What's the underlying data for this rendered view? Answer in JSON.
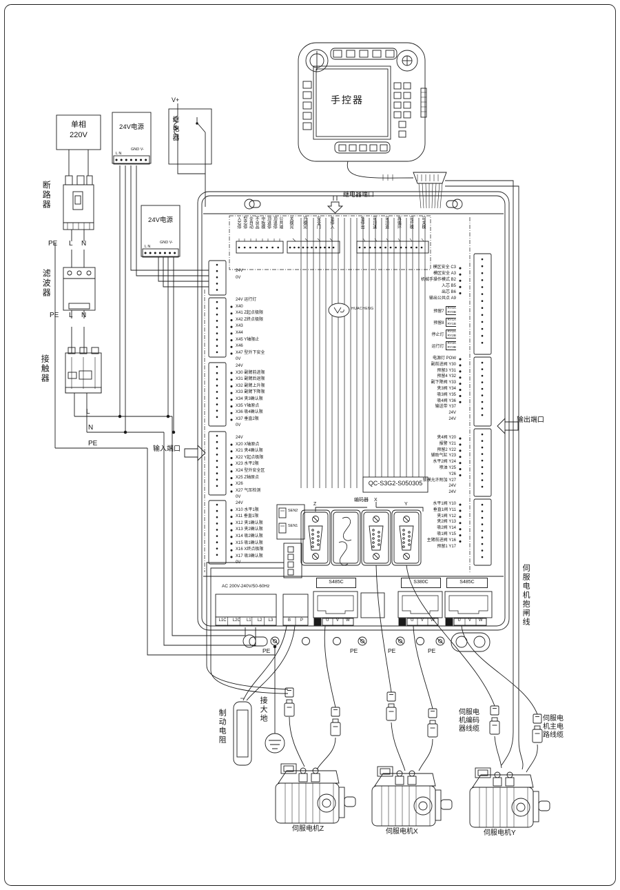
{
  "left_chain": {
    "mains_line1": "单相",
    "mains_line2": "220V",
    "breaker": "断路器",
    "filter": "滤波器",
    "contactor": "接触器",
    "pe": "PE",
    "l": "L",
    "n": "N",
    "bus_l": "L",
    "bus_n": "N",
    "bus_pe": "PE",
    "input_port": "输入端口"
  },
  "psu1": {
    "title": "24V电源",
    "gnd": "GND V-",
    "ln": "L N"
  },
  "psu2": {
    "title": "24V电源",
    "gnd": "GND V-",
    "ln": "L N"
  },
  "relay": {
    "vplus": "V+",
    "label": "继电器"
  },
  "pendant": {
    "label": "手控器"
  },
  "board": {
    "relay_port": "继电器端口",
    "output_port": "输出端口",
    "top_g1": [
      "入芯停",
      "型芯停",
      "全自动",
      "不良品",
      "中板模",
      "顶进停",
      "顶退停",
      "公共端"
    ],
    "top_g2": [
      "关模完",
      "开模完",
      "安全门",
      "急停入"
    ],
    "top_g3": [
      "急停出",
      "可顶进",
      "可顶退",
      "再循环",
      "可开模",
      "可关模"
    ],
    "io": [
      "模区安全 C3",
      "模区安全 A3",
      "机械手操作模式 B2",
      "入芯 B5",
      "出芯 B6",
      "输出公共点 A9"
    ],
    "relay_outputs": [
      {
        "name": "预留7",
        "a": "RY0A",
        "b": "RY0B"
      },
      {
        "name": "预留8",
        "a": "RY1A",
        "b": "RY1B"
      },
      {
        "name": "停止灯",
        "a": "RY2A",
        "b": "RY2B"
      },
      {
        "name": "运行灯",
        "a": "RY3A",
        "b": "RY3B"
      }
    ],
    "y30": [
      "电源灯 POW",
      "副前进阀 Y30",
      "预留3 Y31",
      "预留4 Y32",
      "副下降阀 Y33",
      "夹3阀 Y34",
      "吸3阀 Y35",
      "吸4阀 Y36",
      "输送带 Y37",
      "24V",
      "24V"
    ],
    "y20": [
      "夹4阀 Y20",
      "报警 Y21",
      "预留2 Y22",
      "辅助气缸 Y23",
      "水平2阀 Y24",
      "喷油 Y25",
      "Y26",
      "锁模允许附加 Y27",
      "24V",
      "24V"
    ],
    "y10": [
      "水平1阀 Y10",
      "垂直1阀 Y11",
      "夹1阀 Y12",
      "夹2阀 Y13",
      "吸2阀 Y14",
      "吸1阀 Y15",
      "主臂前进阀 Y16",
      "预留1 Y17"
    ],
    "x_top": [
      "24V",
      "0V"
    ],
    "x40": [
      "24V 运行灯",
      "X40",
      "X41 Z起点极限",
      "X42 Z终点极限",
      "X43",
      "X44",
      "X45 Y轴限止",
      "X46",
      "X47 型外下安全",
      "0V"
    ],
    "x30": [
      "24V",
      "X30 副臂前进限",
      "X31 副臂后退限",
      "X32 副臂上升限",
      "X33 副臂下降限",
      "X34 夹3确认限",
      "X35 Y轴原点",
      "X36 吸4确认限",
      "X37 垂直2限",
      "0V"
    ],
    "x20": [
      "24V",
      "X20 X轴原点",
      "X21 夹4确认限",
      "X22 Y起点极限",
      "X23 水平2限",
      "X24 型外安全区",
      "X25 Z轴原点",
      "X26",
      "X27 气压检测",
      "0V"
    ],
    "x10": [
      "24V",
      "X10 水平1限",
      "X11 垂直1限",
      "X12 夹1确认限",
      "X13 夹2确认限",
      "X14 吸2确认限",
      "X15 吸1确认限",
      "X16 X终点极限",
      "X17 吸3确认限",
      "0V"
    ],
    "sen2": "SEN2",
    "sen1": "SEN1",
    "encoder": "编码器",
    "axis_z": "Z",
    "axis_x": "X",
    "axis_y": "Y",
    "model": "QC-S3G2-S050305",
    "logo": "HUACHENG",
    "ac": "AC 200V-240V/50-60Hz",
    "power_terms": [
      "L1C",
      "L2C",
      "L1",
      "L2",
      "L3"
    ],
    "bp": [
      "B",
      "P"
    ],
    "uvw": [
      "U",
      "V",
      "W"
    ],
    "comm1": "S485C",
    "comm2": "S380C",
    "comm3": "S485C",
    "pe": "PE"
  },
  "bottom": {
    "brake_res": "制动电阻",
    "earth": "接大地",
    "motor_z": "伺服电机Z",
    "motor_x": "伺服电机X",
    "motor_y": "伺服电机Y",
    "cable_brake": "伺服电机抱闸线",
    "cable_encoder": "伺服电机编码器线缆",
    "cable_power": "伺服电机主电路线缆"
  }
}
